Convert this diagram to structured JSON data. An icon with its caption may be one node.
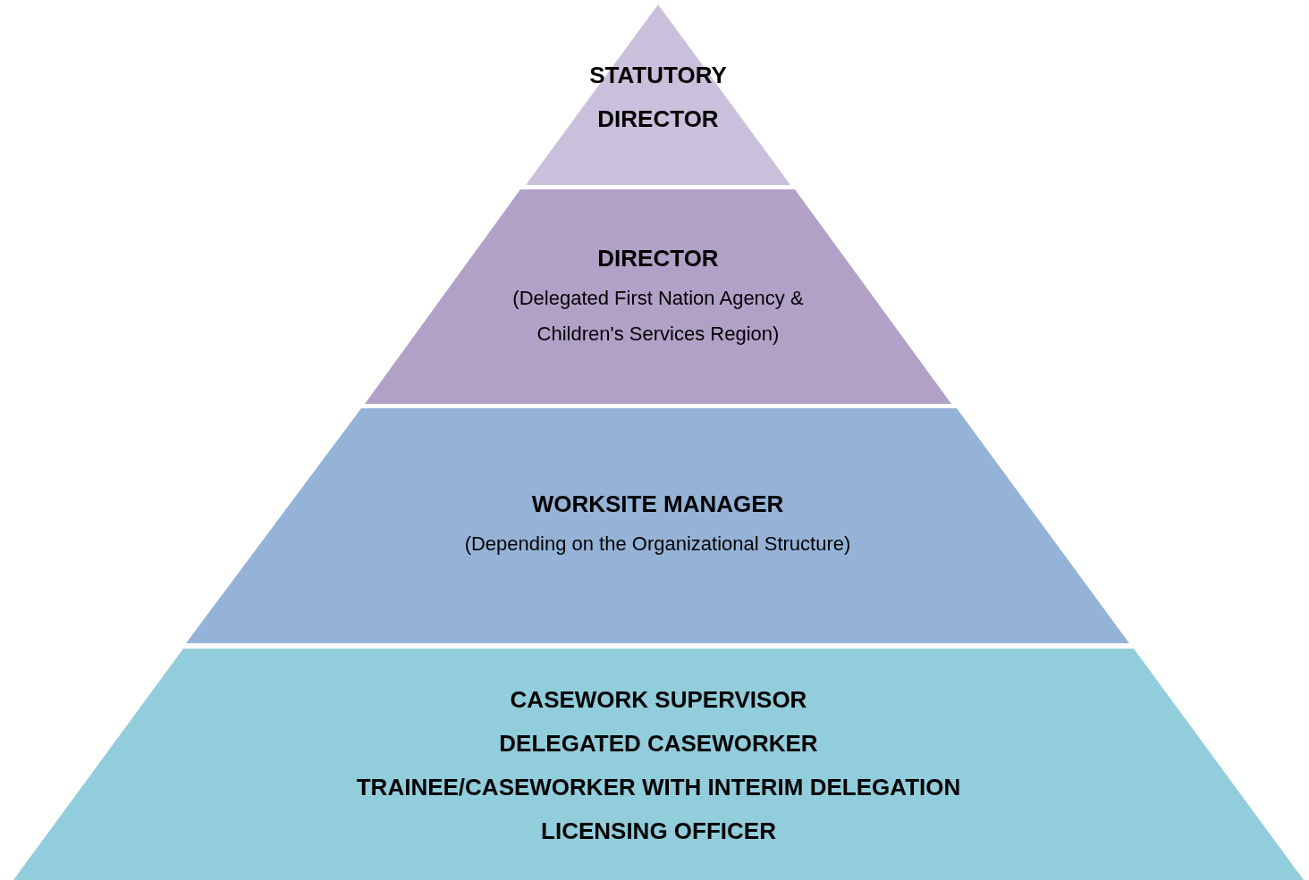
{
  "diagram": {
    "nodes": [
      {
        "text": [
          "STATUTORY DIRECTOR"
        ]
      },
      {
        "text": [
          "DIRECTOR",
          "(Delegated First Nation Agency & Children's Services Region)"
        ]
      },
      {
        "text": [
          "WORKSITE MANAGER",
          "(Depending on the Organizational Structure)"
        ]
      },
      {
        "text": [
          "CASEWORK SUPERVISOR",
          "DELEGATED CASEWORKER",
          "TRAINEE/CASEWORKER WITH INTERIM DELEGATION",
          "LICENSING OFFICER"
        ]
      }
    ]
  }
}
